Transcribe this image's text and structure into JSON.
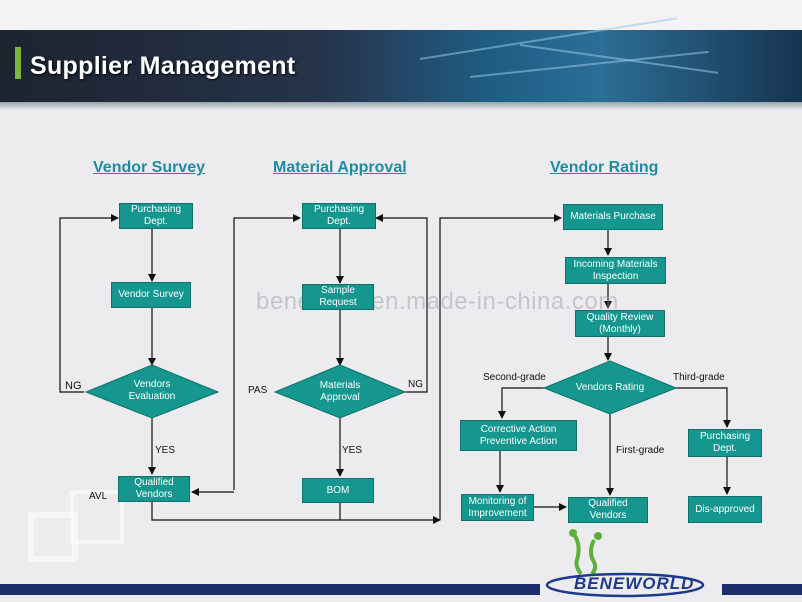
{
  "header": {
    "title": "Supplier Management"
  },
  "columns": {
    "vendor_survey": "Vendor Survey",
    "material_approval": "Material Approval",
    "vendor_rating": "Vendor Rating"
  },
  "nodes": {
    "vs_purchasing": "Purchasing Dept.",
    "vs_vendor_survey": "Vendor Survey",
    "vs_evaluation": "Vendors Evaluation",
    "vs_qualified": "Qualified Vendors",
    "ma_purchasing": "Purchasing Dept.",
    "ma_sample": "Sample Request",
    "ma_approval": "Materials Approval",
    "ma_bom": "BOM",
    "vr_purchase": "Materials Purchase",
    "vr_incoming": "Incoming Materials Inspection",
    "vr_quality": "Quality Review (Monthly)",
    "vr_rating": "Vendors Rating",
    "vr_corrective": "Corrective Action Preventive Action",
    "vr_monitoring": "Monitoring of Improvement",
    "vr_qualified": "Qualified Vendors",
    "vr_purchasing": "Purchasing Dept.",
    "vr_disapproved": "Dis-approved"
  },
  "labels": {
    "ng_left": "NG",
    "yes_left": "YES",
    "avl": "AVL",
    "pas": "PAS",
    "ng_mid": "NG",
    "yes_mid": "YES",
    "second_grade": "Second-grade",
    "third_grade": "Third-grade",
    "first_grade": "First-grade"
  },
  "watermark": "benewo.d.en.made-in-china.com",
  "brand": {
    "name": "BENEWORLD"
  },
  "colors": {
    "node": "#15978f",
    "title": "#1f8ba3",
    "accent_green": "#7ab63e",
    "footer": "#1d2c6a"
  }
}
